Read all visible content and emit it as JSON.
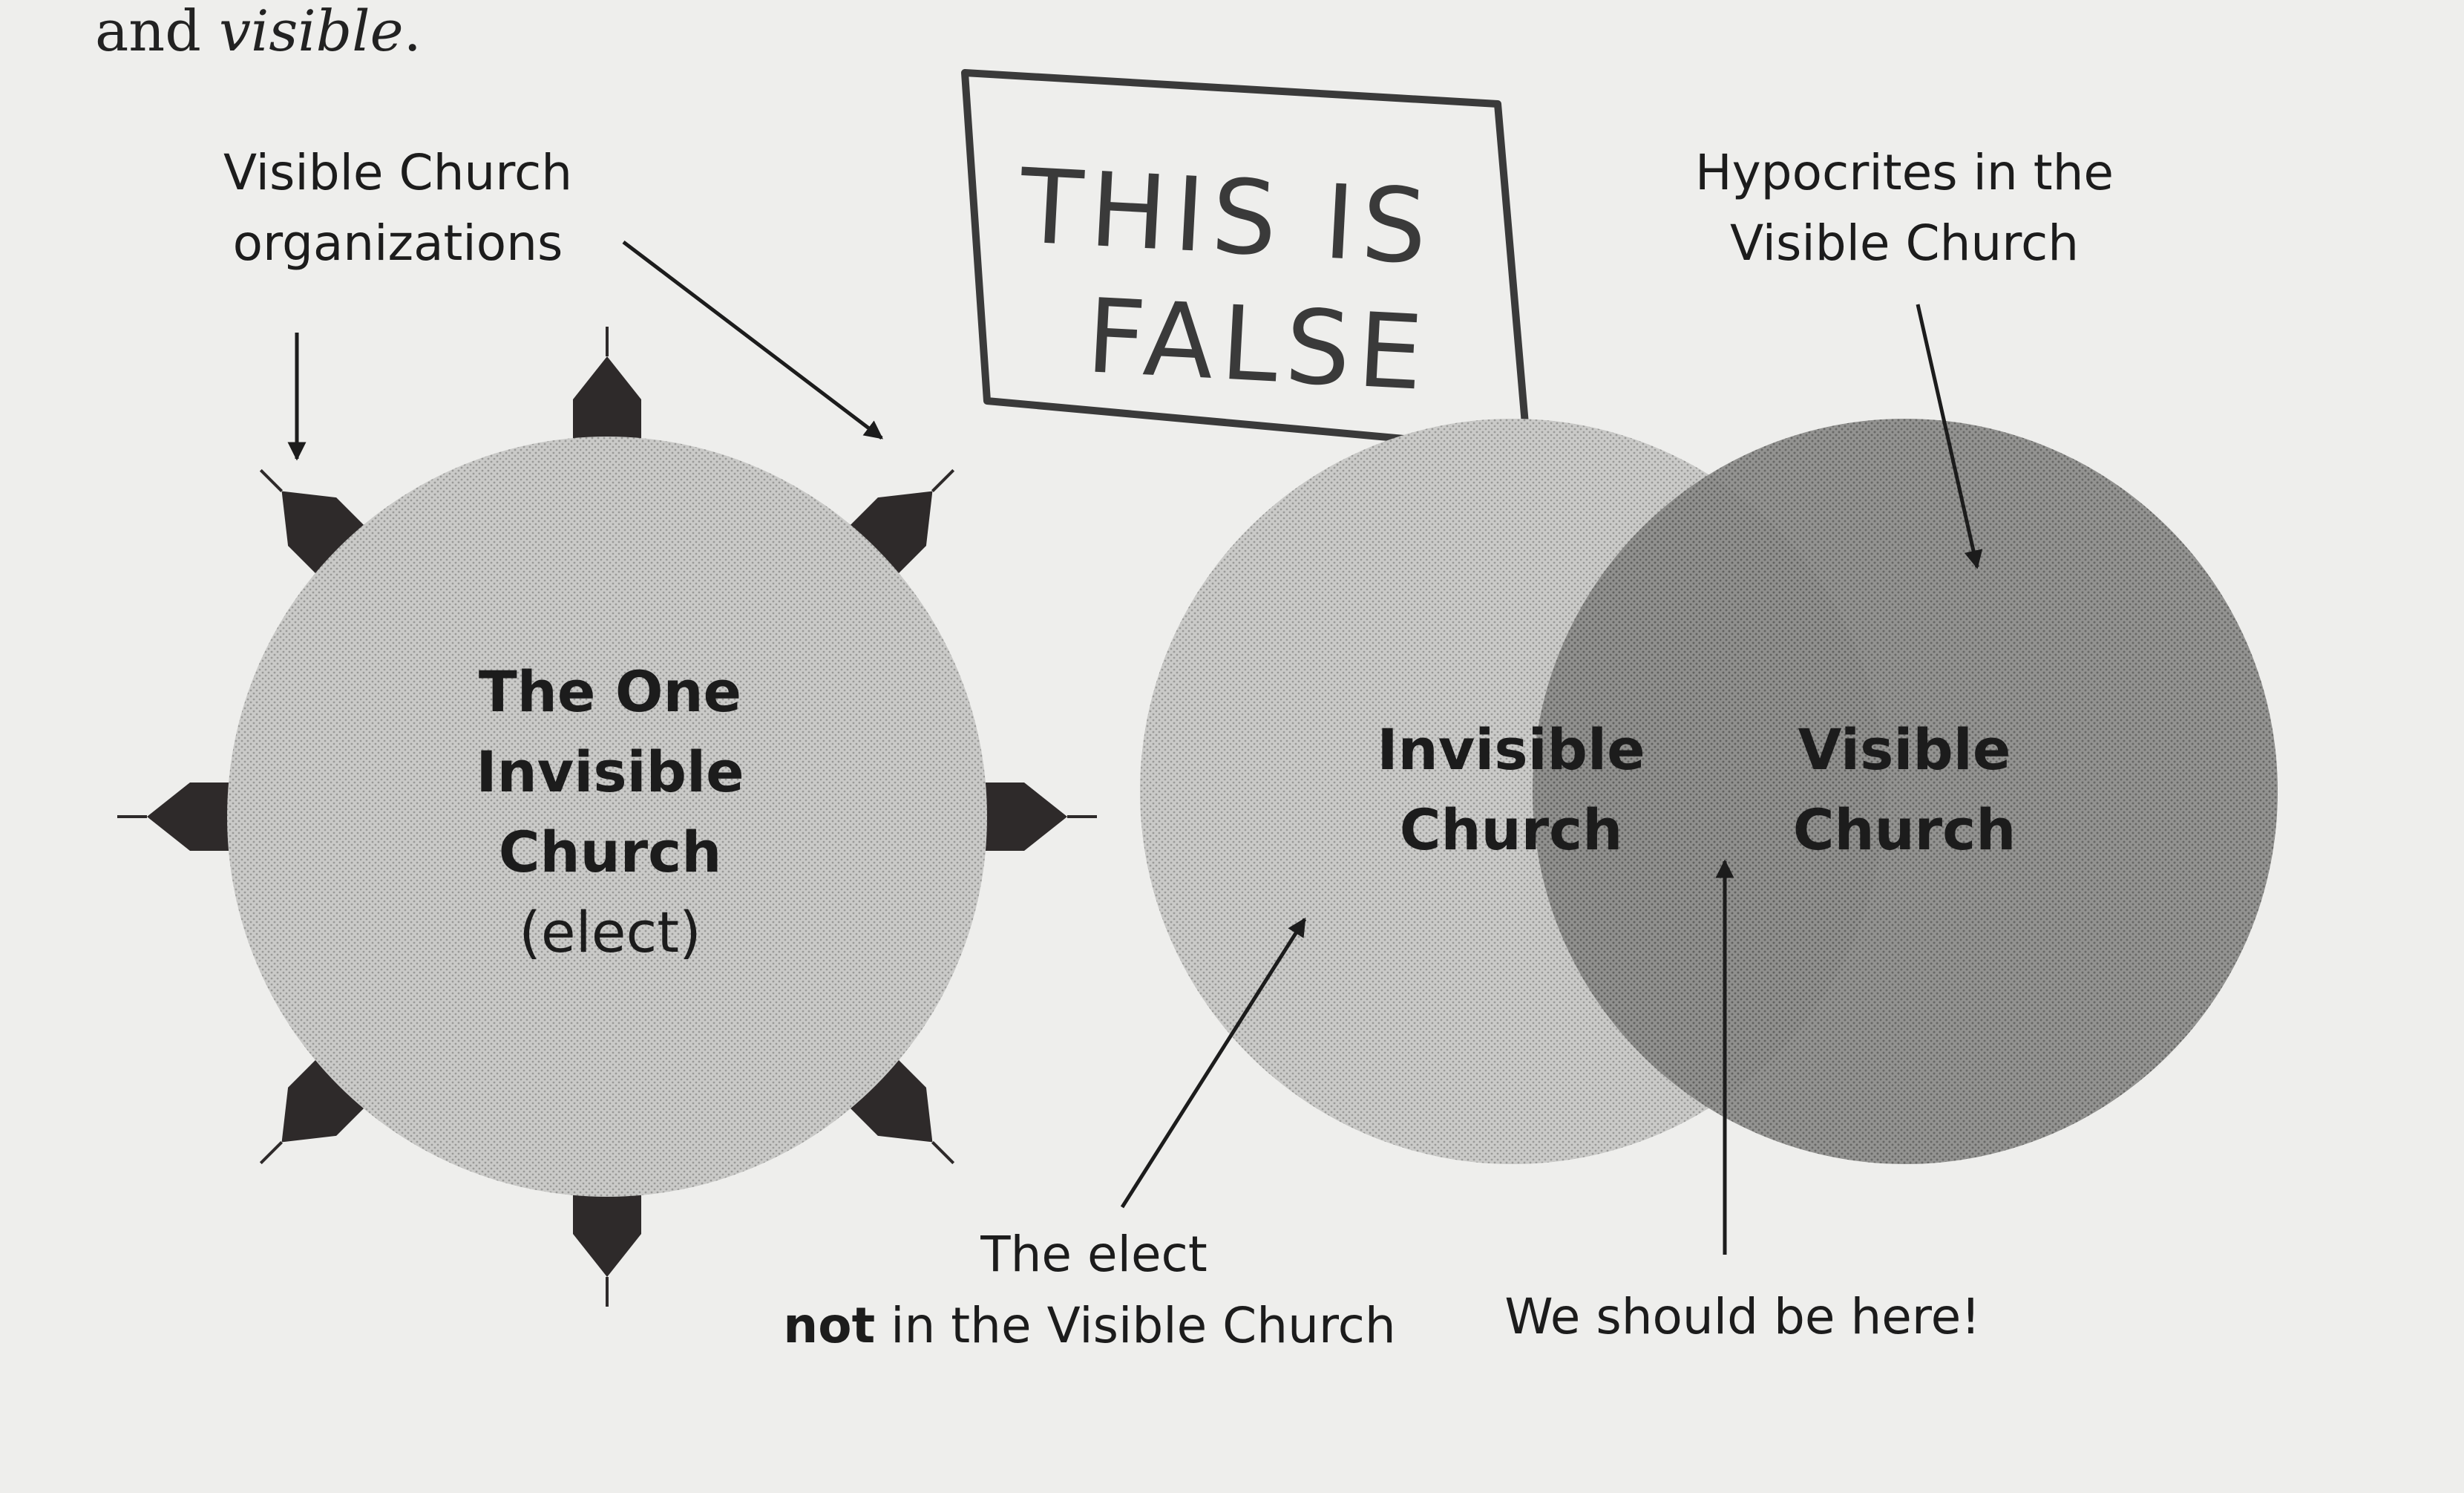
{
  "intro": {
    "prefix": "and ",
    "emphasis": "visible",
    "suffix": "."
  },
  "stamp": {
    "line1": "THIS IS",
    "line2": "FALSE"
  },
  "left_diagram": {
    "callout": [
      "Visible Church",
      "organizations"
    ],
    "circle_lines": [
      "The One",
      "Invisible",
      "Church"
    ],
    "circle_sub": "(elect)"
  },
  "right_diagram": {
    "invisible": [
      "Invisible",
      "Church"
    ],
    "visible": [
      "Visible",
      "Church"
    ],
    "hypocrites": [
      "Hypocrites in the",
      "Visible Church"
    ],
    "elect_line1": "The elect",
    "elect_bold": "not",
    "elect_rest": " in the Visible Church",
    "here": "We should be here!"
  },
  "colors": {
    "ink": "#1c1c1c",
    "light_circle": "#c7c7c5",
    "dark_circle": "#8e8e8c",
    "steeple": "#2e2a2a"
  }
}
